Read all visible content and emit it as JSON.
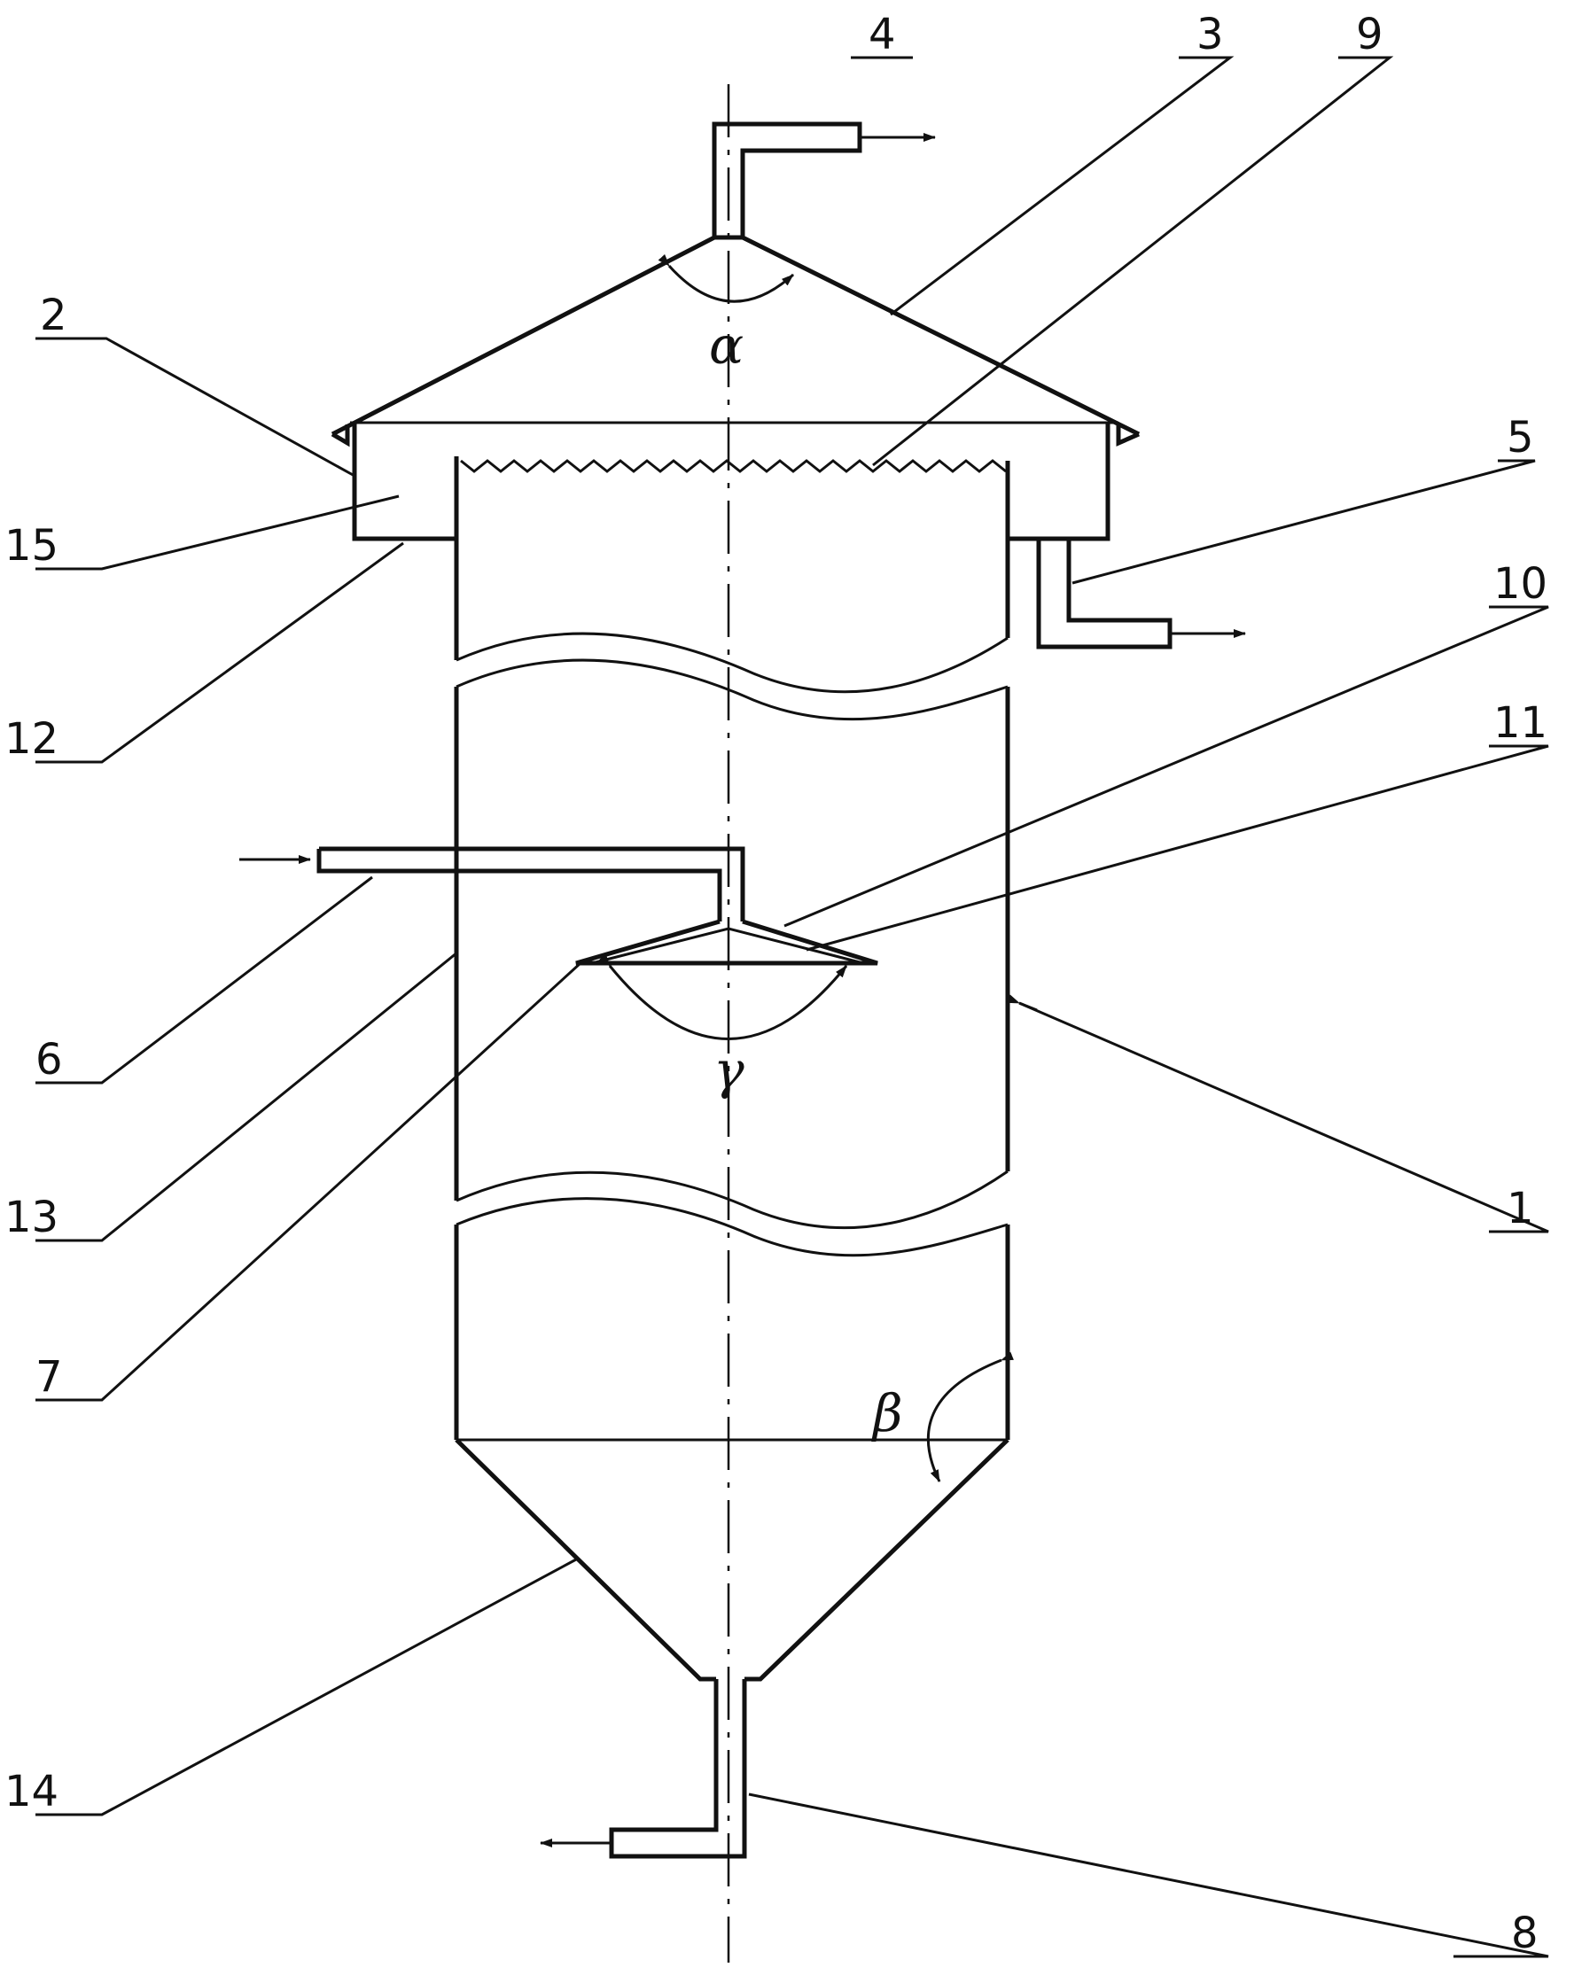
{
  "labels": {
    "l1": "1",
    "l2": "2",
    "l3": "3",
    "l4": "4",
    "l5": "5",
    "l6": "6",
    "l7": "7",
    "l8": "8",
    "l9": "9",
    "l10": "10",
    "l11": "11",
    "l12": "12",
    "l13": "13",
    "l14": "14",
    "l15": "15"
  },
  "angles": {
    "alpha": "α",
    "beta": "β",
    "gamma": "γ"
  },
  "colors": {
    "line": "#111111",
    "background": "#ffffff"
  }
}
